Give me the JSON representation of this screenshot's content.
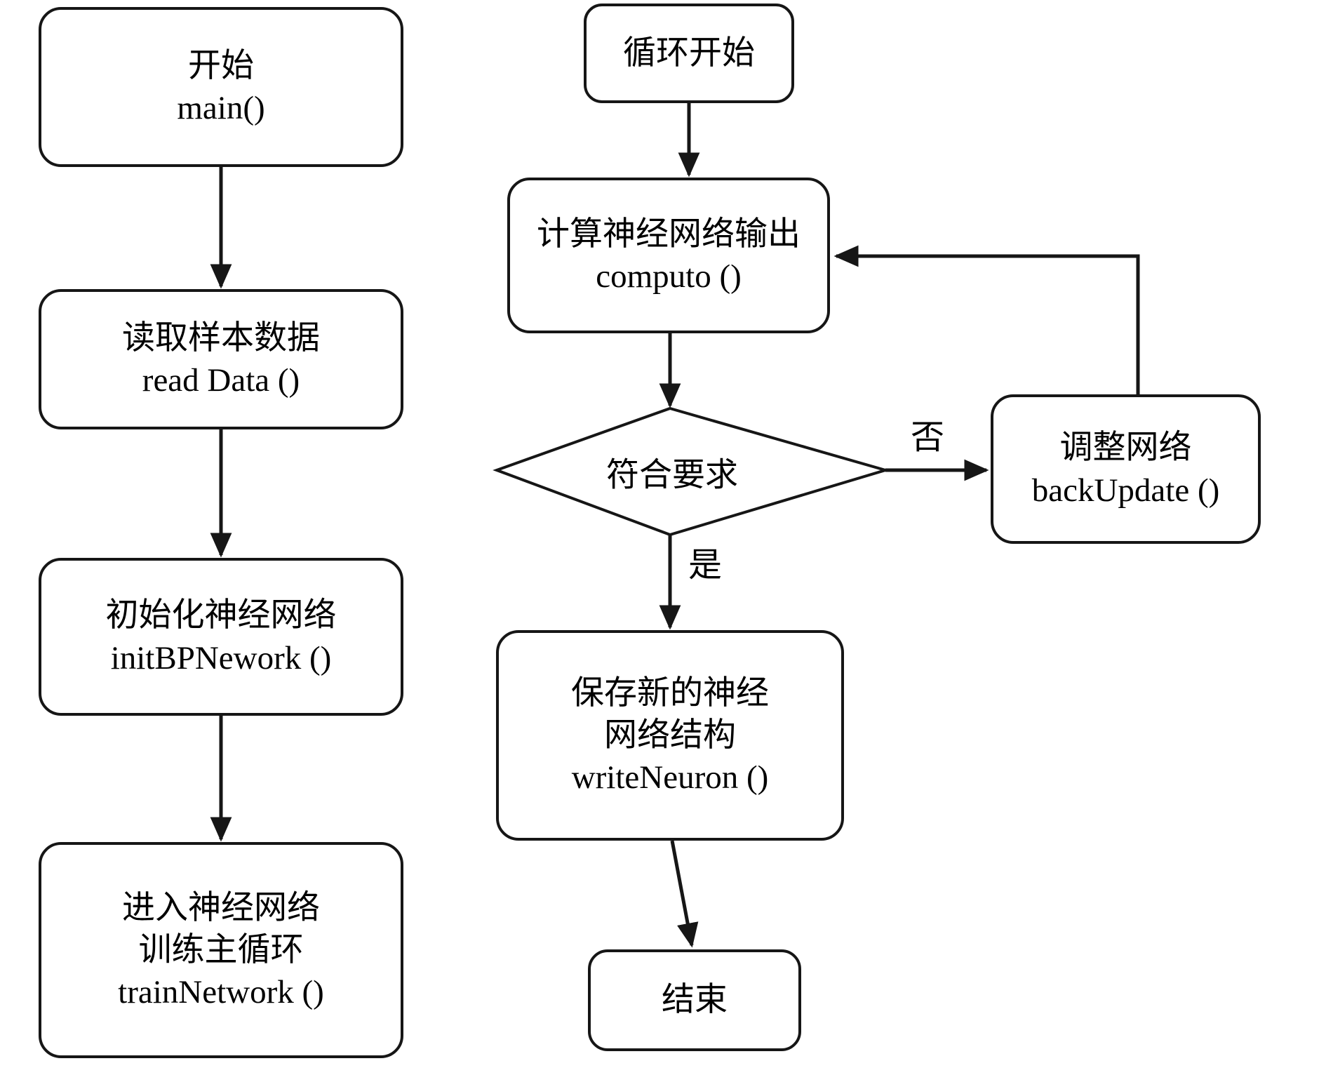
{
  "diagram": {
    "title": "BP neural network training flowchart",
    "colors": {
      "ink": "#161616",
      "background": "#ffffff"
    },
    "nodes": {
      "start": {
        "lines": [
          "开始",
          "main()"
        ]
      },
      "read_data": {
        "lines": [
          "读取样本数据",
          "read Data ()"
        ]
      },
      "init_network": {
        "lines": [
          "初始化神经网络",
          "initBPNework ()"
        ]
      },
      "train_loop": {
        "lines": [
          "进入神经网络",
          "训练主循环",
          "trainNetwork ()"
        ]
      },
      "loop_start": {
        "lines": [
          "循环开始"
        ]
      },
      "compute": {
        "lines": [
          "计算神经网络输出",
          "computo ()"
        ]
      },
      "decision": {
        "lines": [
          "符合要求"
        ]
      },
      "back_update": {
        "lines": [
          "调整网络",
          "backUpdate ()"
        ]
      },
      "write_neuron": {
        "lines": [
          "保存新的神经",
          "网络结构",
          "writeNeuron ()"
        ]
      },
      "end": {
        "lines": [
          "结束"
        ]
      }
    },
    "edge_labels": {
      "no": "否",
      "yes": "是"
    }
  }
}
